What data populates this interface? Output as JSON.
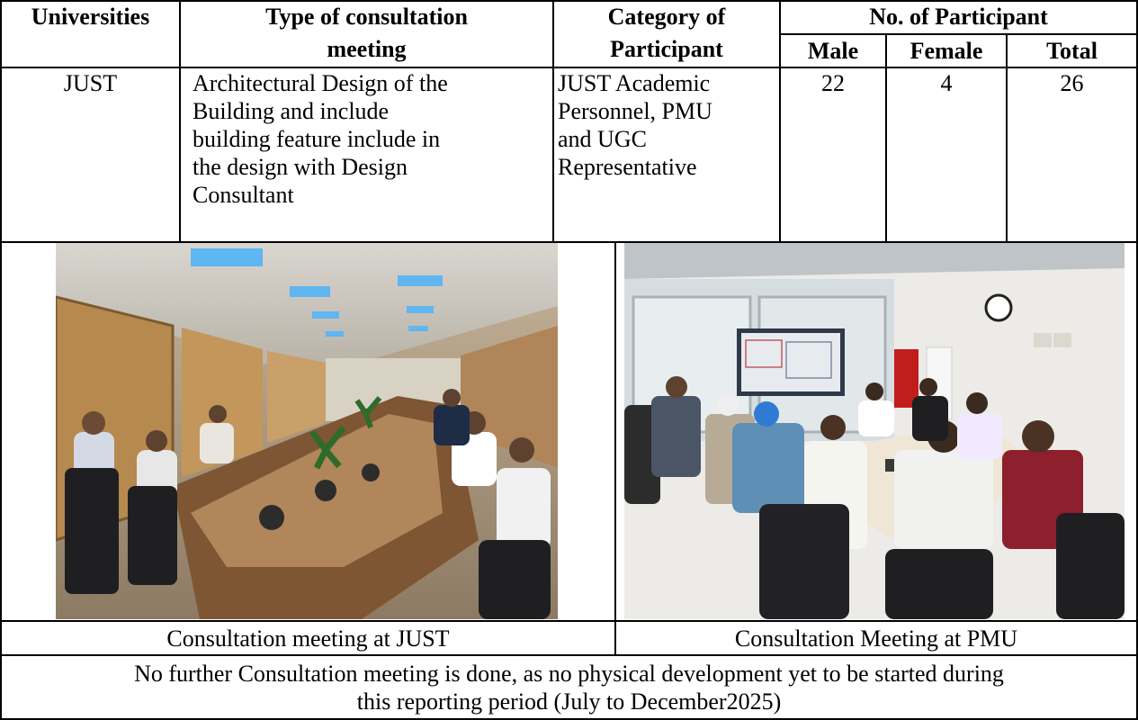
{
  "header": {
    "universities": "Universities",
    "type_line1": "Type of consultation",
    "type_line2": "meeting",
    "category_line1": "Category of",
    "category_line2": "Participant",
    "participants": "No. of Participant",
    "male": "Male",
    "female": "Female",
    "total": "Total"
  },
  "row": {
    "university": "JUST",
    "type_lines": [
      "Architectural Design of the",
      "Building and include",
      "building feature include in",
      "the design with Design",
      "Consultant"
    ],
    "category_lines": [
      "JUST Academic",
      "Personnel, PMU",
      "and UGC",
      "Representative"
    ],
    "male": "22",
    "female": "4",
    "total": "26"
  },
  "photos": {
    "left_caption": "Consultation meeting at JUST",
    "right_caption": "Consultation Meeting at PMU"
  },
  "footer": {
    "line1": "No further Consultation meeting is done, as no physical development yet to be started during",
    "line2": "this reporting period (July to December2025)"
  }
}
